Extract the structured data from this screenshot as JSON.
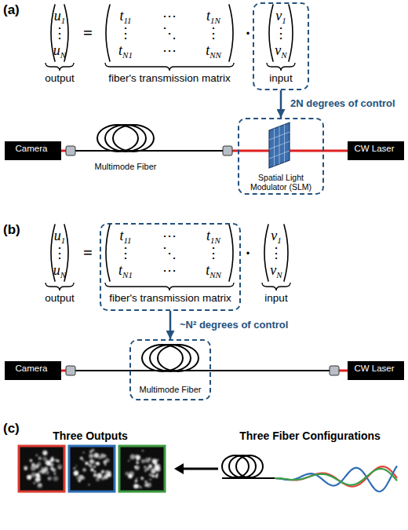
{
  "diagram": {
    "nodes": [
      {
        "text": [
          "v1",
          "⋮",
          "vN",
          "input"
        ]
      },
      {
        "text": [
          "Camera"
        ]
      },
      {
        "text": [
          "Spatial Light Modulator (SLM)"
        ]
      },
      {
        "text": [
          "CW Laser"
        ]
      },
      {
        "text": [
          "t11",
          "⋯",
          "t1N",
          "⋮",
          "⋱",
          "⋮",
          "tN1",
          "⋯",
          "tNN",
          "fiber's transmission matrix"
        ]
      },
      {
        "text": [
          "Camera"
        ]
      },
      {
        "text": [
          "Multimode Fiber"
        ]
      },
      {
        "text": [
          "CW Laser"
        ]
      }
    ],
    "edges": [
      {
        "from": 0,
        "to": 2,
        "arrow": "to",
        "label": "2N degrees of control"
      },
      {
        "from": 3,
        "to": 2,
        "arrow": "none"
      },
      {
        "from": 4,
        "to": 6,
        "arrow": "to",
        "label": "~N² degrees of control"
      }
    ],
    "labels": [
      "(a)",
      "u1",
      "⋮",
      "uN",
      "=",
      "t11",
      "⋯",
      "t1N",
      "⋮",
      "⋱",
      "⋮",
      "tN1",
      "⋯",
      "tNN",
      "·",
      "output",
      "fiber's transmission matrix",
      "Multimode Fiber",
      "(b)",
      "u1",
      "⋮",
      "uN",
      "=",
      "·",
      "v1",
      "⋮",
      "vN",
      "output",
      "input",
      "(c)",
      "Three Outputs",
      "Three Fiber Configurations"
    ]
  }
}
